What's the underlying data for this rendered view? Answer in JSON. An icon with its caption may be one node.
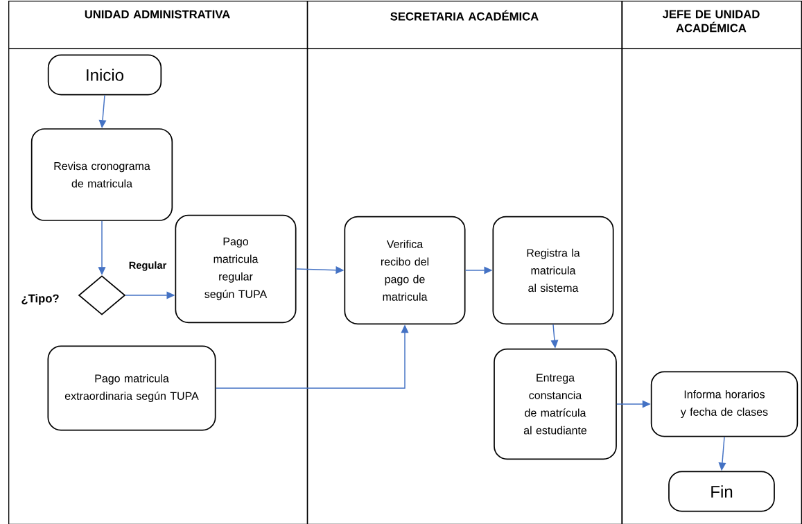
{
  "diagram": {
    "nodes": [
      {
        "text": [
          "UNIDAD ADMINISTRATIVA"
        ]
      },
      {
        "text": [
          "SECRETARIA ACADÉMICA"
        ]
      },
      {
        "text": [
          "JEFE DE UNIDAD ACADÉMICA"
        ]
      },
      {
        "text": [
          "Inicio"
        ],
        "in": 0
      },
      {
        "text": [
          "Revisa cronograma de matricula"
        ],
        "in": 0
      },
      {
        "text": [],
        "shape": "diamond",
        "beside": [
          "¿Tipo?"
        ],
        "in": 0
      },
      {
        "text": [
          "Pago matricula regular según TUPA"
        ],
        "in": 0
      },
      {
        "text": [
          "Pago matricula extraordinaria según TUPA"
        ],
        "in": 0
      },
      {
        "text": [
          "Verifica recibo del pago de matricula"
        ],
        "in": 1
      },
      {
        "text": [
          "Registra la matricula al sistema"
        ],
        "in": 1
      },
      {
        "text": [
          "Entrega constancia de matrícula al estudiante"
        ],
        "in": 1
      },
      {
        "text": [
          "Informa horarios y fecha de clases"
        ],
        "in": 2
      },
      {
        "text": [
          "Fin"
        ],
        "in": 2
      }
    ],
    "edges": [
      {
        "from": 3,
        "to": 4,
        "arrow": "to"
      },
      {
        "from": 4,
        "to": 5,
        "arrow": "to"
      },
      {
        "from": 5,
        "to": 6,
        "arrow": "to",
        "label": "Regular"
      },
      {
        "from": 6,
        "to": 8,
        "arrow": "to"
      },
      {
        "from": 7,
        "to": 8,
        "arrow": "to"
      },
      {
        "from": 8,
        "to": 9,
        "arrow": "to"
      },
      {
        "from": 9,
        "to": 10,
        "arrow": "to"
      },
      {
        "from": 10,
        "to": 11,
        "arrow": "to"
      },
      {
        "from": 11,
        "to": 12,
        "arrow": "to"
      }
    ]
  }
}
